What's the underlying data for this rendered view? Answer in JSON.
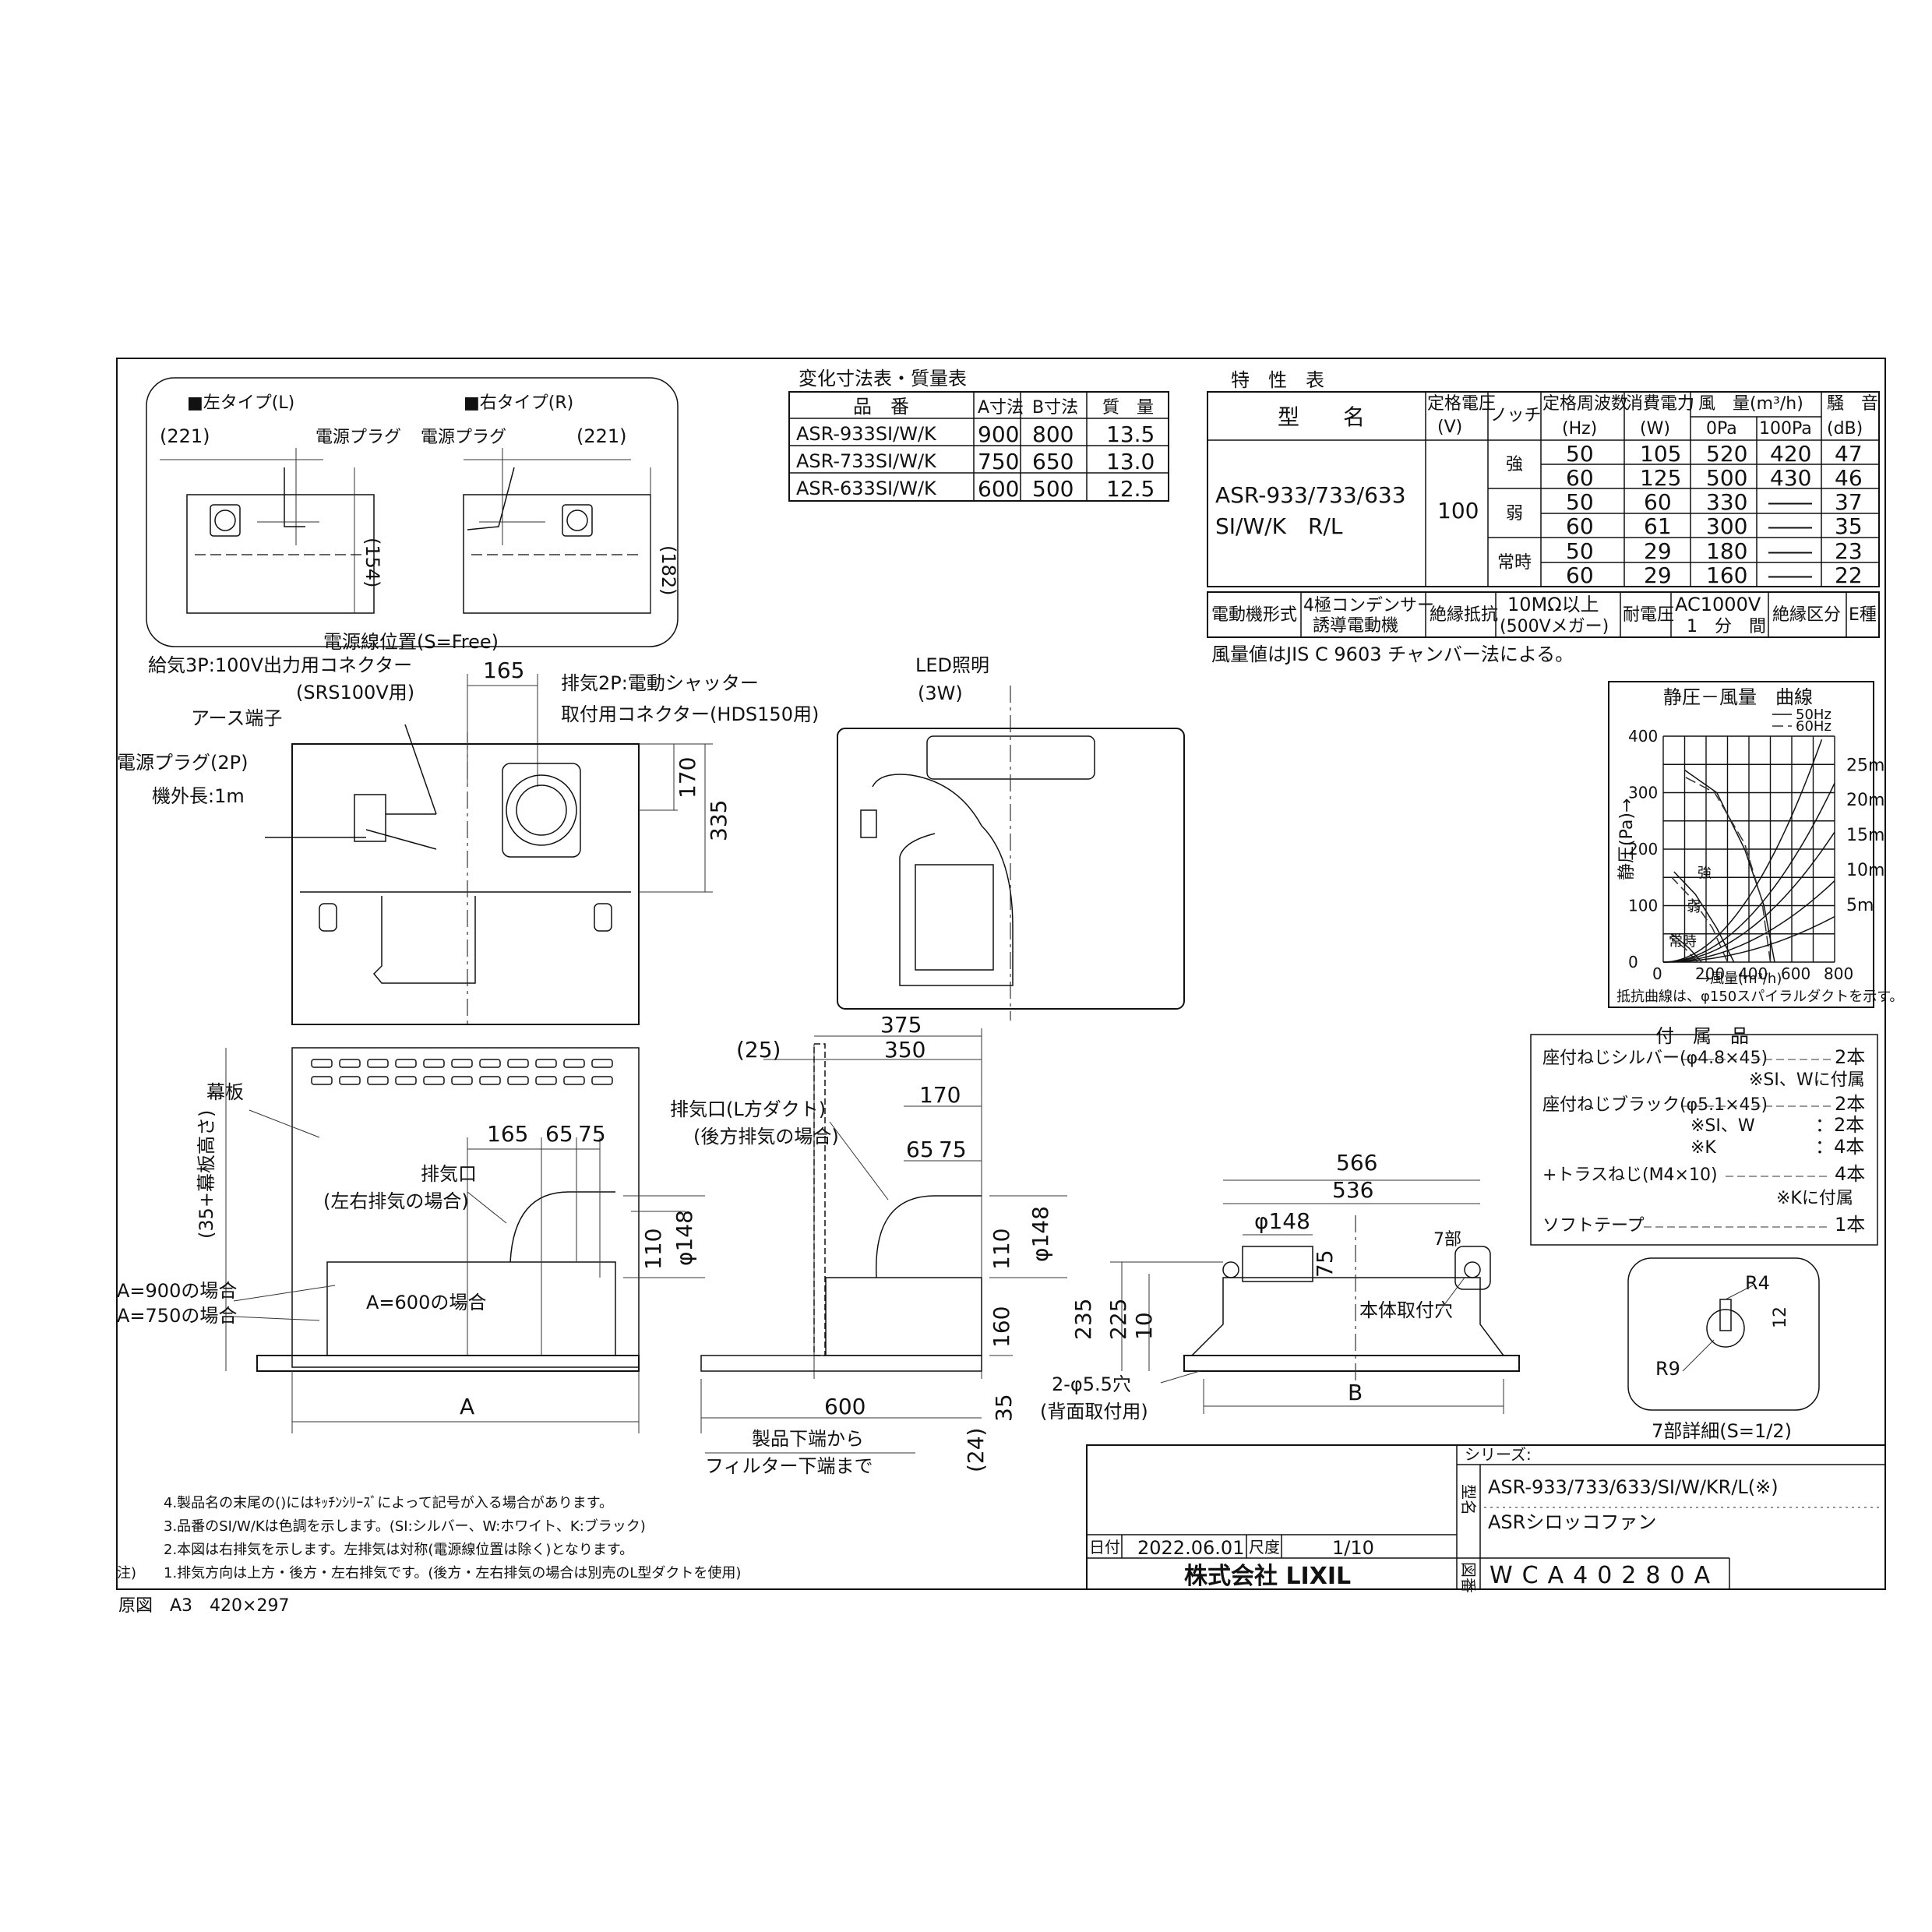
{
  "left_type": {
    "title": "■左タイプ(L)",
    "dim": "(221)",
    "plug": "電源プラグ",
    "height": "(154)"
  },
  "right_type": {
    "title": "■右タイプ(R)",
    "dim": "(221)",
    "plug": "電源プラグ",
    "height": "(182)"
  },
  "cord_position": "電源線位置(S=Free)",
  "size_table": {
    "title": "変化寸法表・質量表",
    "headers": [
      "品　番",
      "A寸法",
      "B寸法",
      "質　量"
    ],
    "rows": [
      [
        "ASR-933SI/W/K",
        "900",
        "800",
        "13.5"
      ],
      [
        "ASR-733SI/W/K",
        "750",
        "650",
        "13.0"
      ],
      [
        "ASR-633SI/W/K",
        "600",
        "500",
        "12.5"
      ]
    ]
  },
  "spec_table": {
    "title": "特　性　表",
    "model_header": "型　　名",
    "voltage_header": [
      "定格電圧",
      "(V)"
    ],
    "notch_header": "ノッチ",
    "freq_header": [
      "定格周波数",
      "(Hz)"
    ],
    "power_header": [
      "消費電力",
      "(W)"
    ],
    "flow_header": "風　量(m³/h)",
    "flow_sub": [
      "0Pa",
      "100Pa"
    ],
    "noise_header": [
      "騒　音",
      "(dB)"
    ],
    "model": [
      "ASR-933/733/633",
      "SI/W/K　R/L"
    ],
    "voltage": "100",
    "notches": [
      "強",
      "弱",
      "常時"
    ],
    "rows": [
      [
        "50",
        "105",
        "520",
        "420",
        "47"
      ],
      [
        "60",
        "125",
        "500",
        "430",
        "46"
      ],
      [
        "50",
        "60",
        "330",
        "――",
        "37"
      ],
      [
        "60",
        "61",
        "300",
        "――",
        "35"
      ],
      [
        "50",
        "29",
        "180",
        "――",
        "23"
      ],
      [
        "60",
        "29",
        "160",
        "――",
        "22"
      ]
    ],
    "motor_label": "電動機形式",
    "motor_value": [
      "4極コンデンサー",
      "誘導電動機"
    ],
    "insulation_label": "絶縁抵抗",
    "insulation_value": [
      "10MΩ以上",
      "(500Vメガー)"
    ],
    "withstand_label": "耐電圧",
    "withstand_value": [
      "AC1000V",
      "1　分　間"
    ],
    "class_label": "絶縁区分",
    "class_value": "E種",
    "note": "風量値はJIS C 9603 チャンバー法による。"
  },
  "chart_data": {
    "type": "line",
    "title": "静圧－風量　曲線",
    "xlabel": "→風量(m³/h)",
    "ylabel": "静圧(Pa)→",
    "xlim": [
      0,
      800
    ],
    "ylim": [
      0,
      400
    ],
    "x_ticks": [
      "0",
      "200",
      "400",
      "600",
      "800"
    ],
    "y_ticks": [
      "0",
      "100",
      "200",
      "300",
      "400"
    ],
    "legend": [
      "50Hz",
      "60Hz"
    ],
    "resistance_labels": [
      "25m",
      "20m",
      "15m",
      "10m",
      "5m"
    ],
    "curve_labels": [
      "強",
      "弱",
      "常時"
    ],
    "series": [
      {
        "name": "50Hz",
        "label": "強",
        "x": [
          520,
          470,
          380,
          250,
          100
        ],
        "y": [
          0,
          100,
          200,
          300,
          340
        ]
      },
      {
        "name": "60Hz",
        "label": "強",
        "x": [
          500,
          460,
          380,
          240,
          90
        ],
        "y": [
          0,
          110,
          210,
          300,
          330
        ]
      },
      {
        "name": "50Hz",
        "label": "弱",
        "x": [
          330,
          250,
          150,
          50
        ],
        "y": [
          0,
          60,
          120,
          160
        ]
      },
      {
        "name": "60Hz",
        "label": "弱",
        "x": [
          300,
          230,
          140,
          40
        ],
        "y": [
          0,
          60,
          110,
          150
        ]
      },
      {
        "name": "50Hz",
        "label": "常時",
        "x": [
          180,
          120,
          40
        ],
        "y": [
          0,
          25,
          50
        ]
      },
      {
        "name": "60Hz",
        "label": "常時",
        "x": [
          160,
          100,
          30
        ],
        "y": [
          0,
          25,
          45
        ]
      }
    ],
    "note": "抵抗曲線は、φ150スパイラルダクトを示す。"
  },
  "top_view": {
    "supply_label": "給気3P:100V出力用コネクター",
    "supply_sub": "(SRS100V用)",
    "exhaust_label": "排気2P:電動シャッター",
    "exhaust_sub": "取付用コネクター(HDS150用)",
    "earth": "アース端子",
    "plug": "電源プラグ(2P)",
    "cord_len": "機外長:1m",
    "dim_165": "165",
    "dim_170": "170",
    "dim_335": "335"
  },
  "bottom_view": {
    "led": "LED照明",
    "led_w": "(3W)"
  },
  "front_view": {
    "maku": "幕板",
    "side_height": "(35+幕板高さ)",
    "exhaust": "排気口",
    "exhaust_sub": "(左右排気の場合)",
    "a900": "A=900の場合",
    "a750": "A=750の場合",
    "a600": "A=600の場合",
    "d165": "165",
    "d65": "65",
    "d75": "75",
    "d110": "110",
    "d148": "φ148",
    "dimA": "A"
  },
  "side_view": {
    "d375": "375",
    "d25": "(25)",
    "d350": "350",
    "d170": "170",
    "d65": "65",
    "d75": "75",
    "d110": "110",
    "d148": "φ148",
    "d160": "160",
    "d600": "600",
    "d35": "35",
    "d24": "(24)",
    "exhaust": "排気口(L方ダクト)",
    "exhaust_sub": "(後方排気の場合)",
    "bottom_note1": "製品下端から",
    "bottom_note2": "フィルター下端まで"
  },
  "install_view": {
    "d566": "566",
    "d536": "536",
    "d148": "φ148",
    "d75": "75",
    "d235": "235",
    "d225": "225",
    "d10": "10",
    "hole": "本体取付穴",
    "part7": "7部",
    "screw": "2-φ5.5穴",
    "screw_sub": "(背面取付用)",
    "dimB": "B"
  },
  "accessories": {
    "title": "付　属　品",
    "lines": [
      [
        "座付ねじシルバー(φ4.8×45)",
        "2本"
      ],
      [
        "",
        "※SI、Wに付属"
      ],
      [
        "座付ねじブラック(φ5.1×45)",
        "2本"
      ],
      [
        "※SI、W",
        "：2本"
      ],
      [
        "※K",
        "：4本"
      ],
      [
        "+トラスねじ(M4×10)",
        "4本"
      ],
      [
        "",
        "※Kに付属"
      ],
      [
        "ソフトテープ",
        "1本"
      ]
    ]
  },
  "detail7": {
    "r4": "R4",
    "r9": "R9",
    "d12": "12",
    "caption": "7部詳細(S=1/2)"
  },
  "notes": [
    "4.製品名の末尾の()にはｷｯﾁﾝｼﾘｰｽﾞによって記号が入る場合があります。",
    "3.品番のSI/W/Kは色調を示します。(SI:シルバー、W:ホワイト、K:ブラック)",
    "2.本図は右排気を示します。左排気は対称(電源線位置は除く)となります。",
    "1.排気方向は上方・後方・左右排気です。(後方・左右排気の場合は別売のL型ダクトを使用)"
  ],
  "notes_prefix": "注)",
  "title_block": {
    "series_label": "シリーズ:",
    "model_label": "型名",
    "model": "ASR-933/733/633/SI/W/KR/L(※)",
    "name": "ASRシロッコファン",
    "date_label": "日付",
    "date": "2022.06.01",
    "scale_label": "尺度",
    "scale": "1/10",
    "company": "株式会社 LIXIL",
    "drawing_label": "図番",
    "drawing": "WCA40280A"
  },
  "original": "原図　A3　420×297"
}
